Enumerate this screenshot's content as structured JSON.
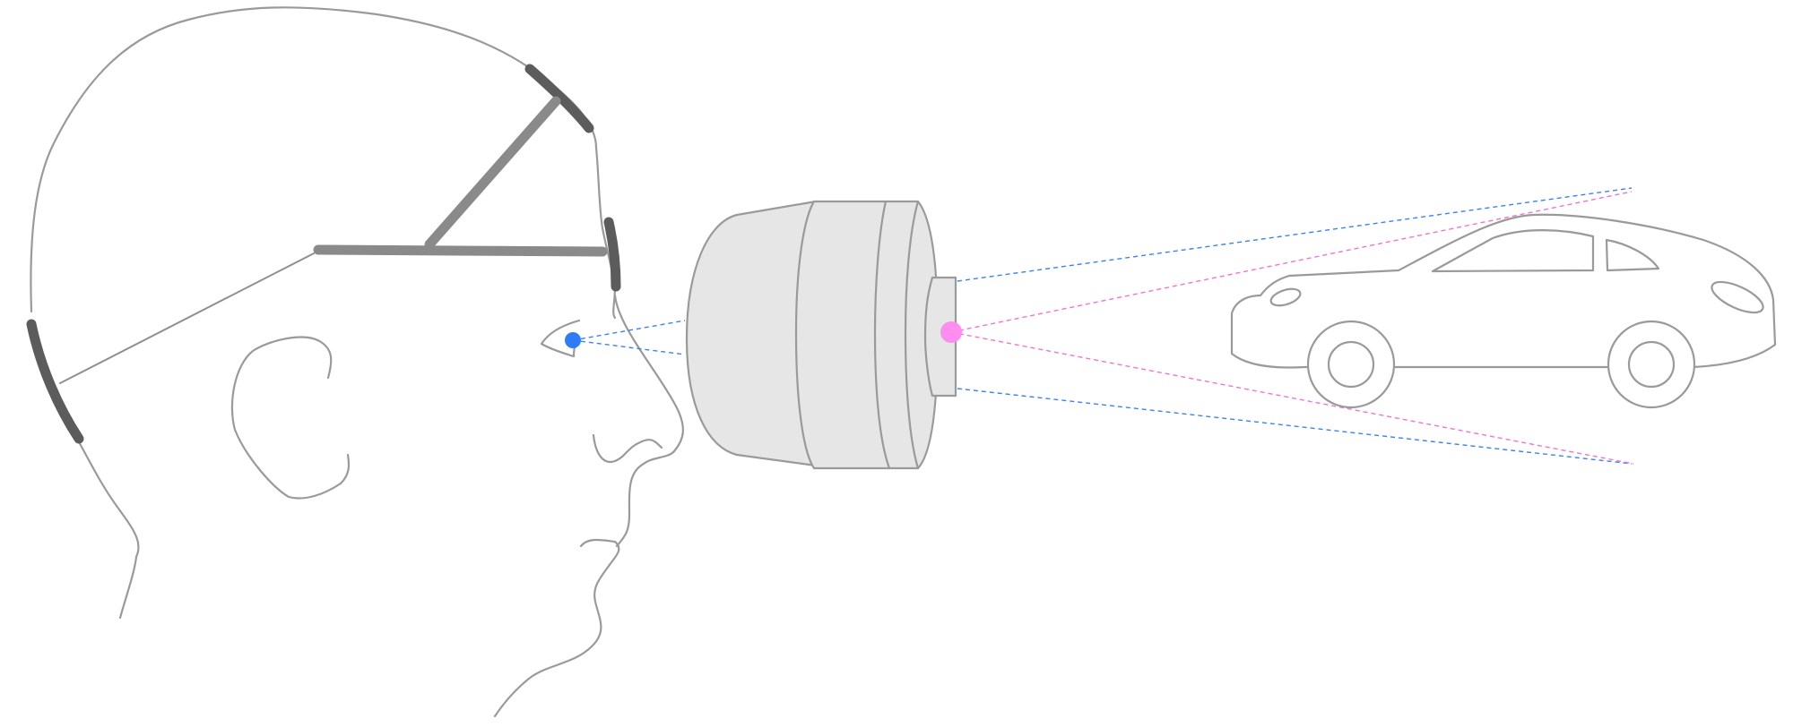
{
  "diagram": {
    "components": [
      "head",
      "head-mount-strap",
      "eye",
      "lens-barrel",
      "display-point",
      "virtual-car"
    ],
    "colors": {
      "outline": "#9a9a9a",
      "strap_dark": "#5c5c5c",
      "strap_mid": "#8a8a8a",
      "lens_fill": "#e6e6e6",
      "eye_point": "#2f7cf6",
      "display_point": "#ff8cf0",
      "ray_blue": "#3b82f6",
      "ray_pink": "#f472d0"
    },
    "icons": [
      "head-profile",
      "eye-dot",
      "lens-cylinder",
      "display-dot",
      "car-outline"
    ]
  }
}
